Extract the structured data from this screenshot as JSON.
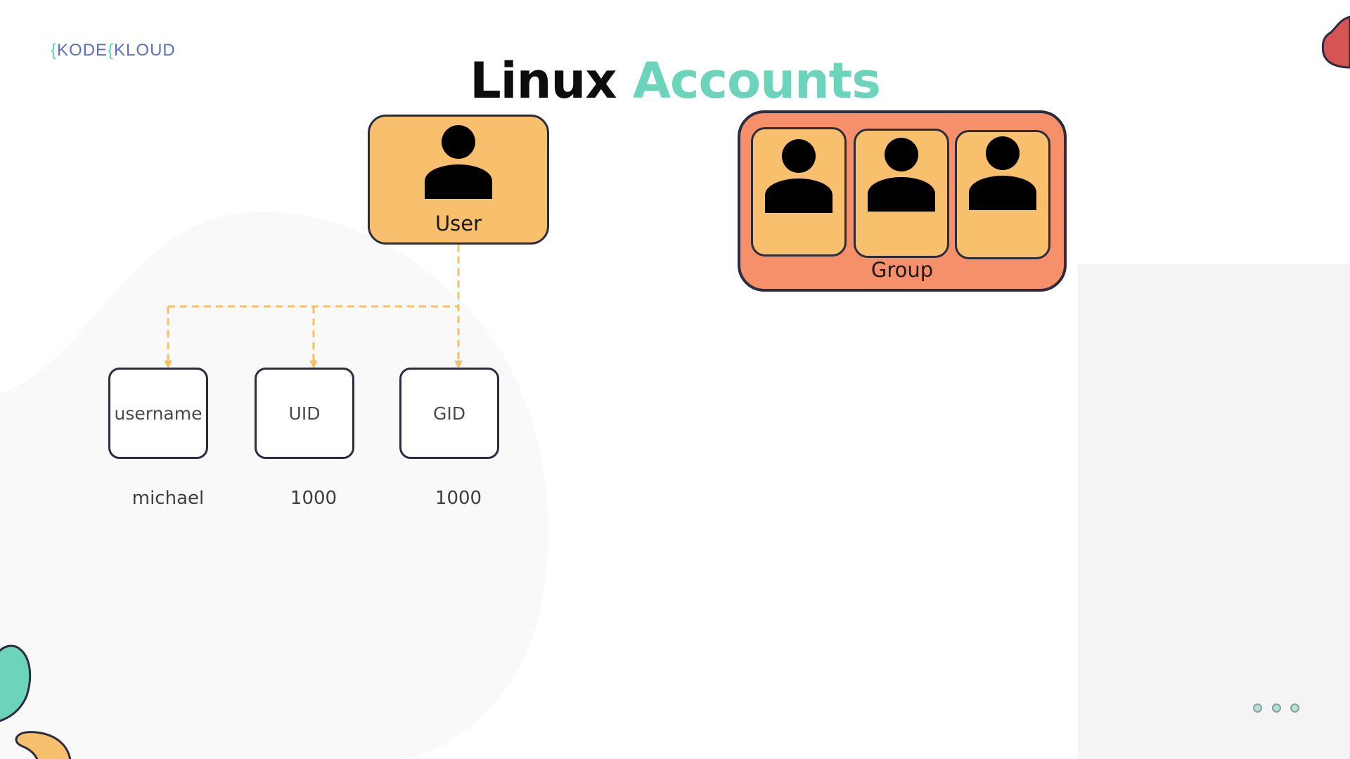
{
  "logo": {
    "brace": "{",
    "text1": "KODE",
    "text2": "KLOUD"
  },
  "title": {
    "word1": "Linux",
    "word2": "Accounts"
  },
  "colors": {
    "title_dark": "#0d0d0d",
    "title_accent": "#6dd4bc",
    "user_fill": "#f8bf6c",
    "group_fill": "#f5906a",
    "border": "#2b2d3e",
    "connector": "#f5c060",
    "blob_red": "#d55454",
    "blob_teal": "#6dd4bc",
    "blob_orange": "#f8bf6c"
  },
  "user": {
    "label": "User",
    "icon": "person-icon"
  },
  "group": {
    "label": "Group",
    "member_count": 3,
    "icon": "person-icon"
  },
  "attributes": [
    {
      "label": "username",
      "value": "michael"
    },
    {
      "label": "UID",
      "value": "1000"
    },
    {
      "label": "GID",
      "value": "1000"
    }
  ],
  "pager": {
    "dots": 3,
    "icon": "more-dots-icon"
  }
}
